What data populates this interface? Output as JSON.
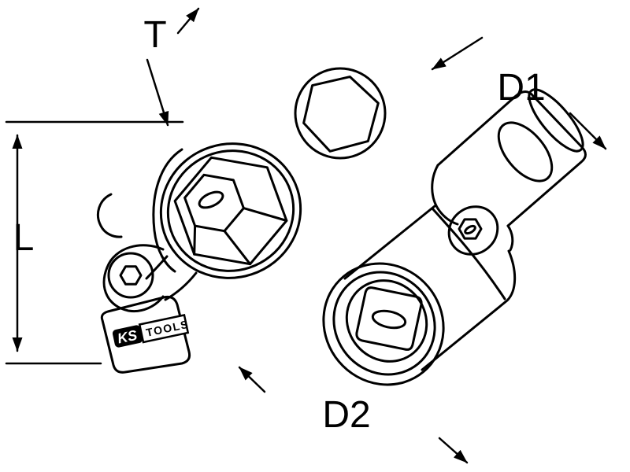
{
  "diagram": {
    "background_color": "#ffffff",
    "line_color": "#000000",
    "labels": {
      "t": "T",
      "l": "L",
      "d1": "D1",
      "d2": "D2"
    },
    "logo": {
      "ks": "KS",
      "tools": "TOOLS"
    }
  }
}
